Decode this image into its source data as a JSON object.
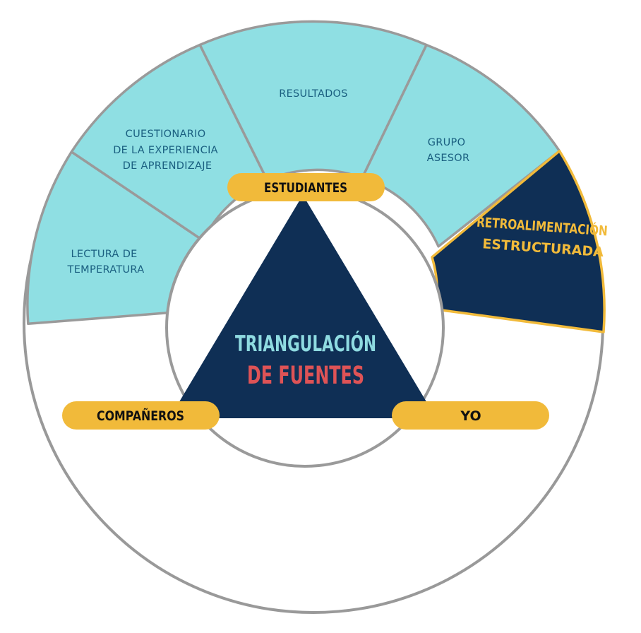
{
  "segments": {
    "lectura": {
      "line1": "LECTURA DE",
      "line2": "TEMPERATURA"
    },
    "cuestionario": {
      "line1": "CUESTIONARIO",
      "line2": "DE LA EXPERIENCIA",
      "line3": "DE APRENDIZAJE"
    },
    "resultados": {
      "line1": "RESULTADOS"
    },
    "grupo": {
      "line1": "GRUPO",
      "line2": "ASESOR"
    },
    "retro": {
      "line1": "RETROALIMENTACIÓN",
      "line2": "ESTRUCTURADA"
    }
  },
  "pills": {
    "estudiantes": "ESTUDIANTES",
    "companeros": "COMPAÑEROS",
    "yo": "YO"
  },
  "center": {
    "title_line1": "TRIANGULACIÓN",
    "title_line2": "DE FUENTES"
  },
  "colors": {
    "segment_fill": "#8fdfe3",
    "navy": "#0f2f55",
    "gold": "#f1ba3a",
    "coral": "#de5356",
    "ring_border": "#999999"
  }
}
